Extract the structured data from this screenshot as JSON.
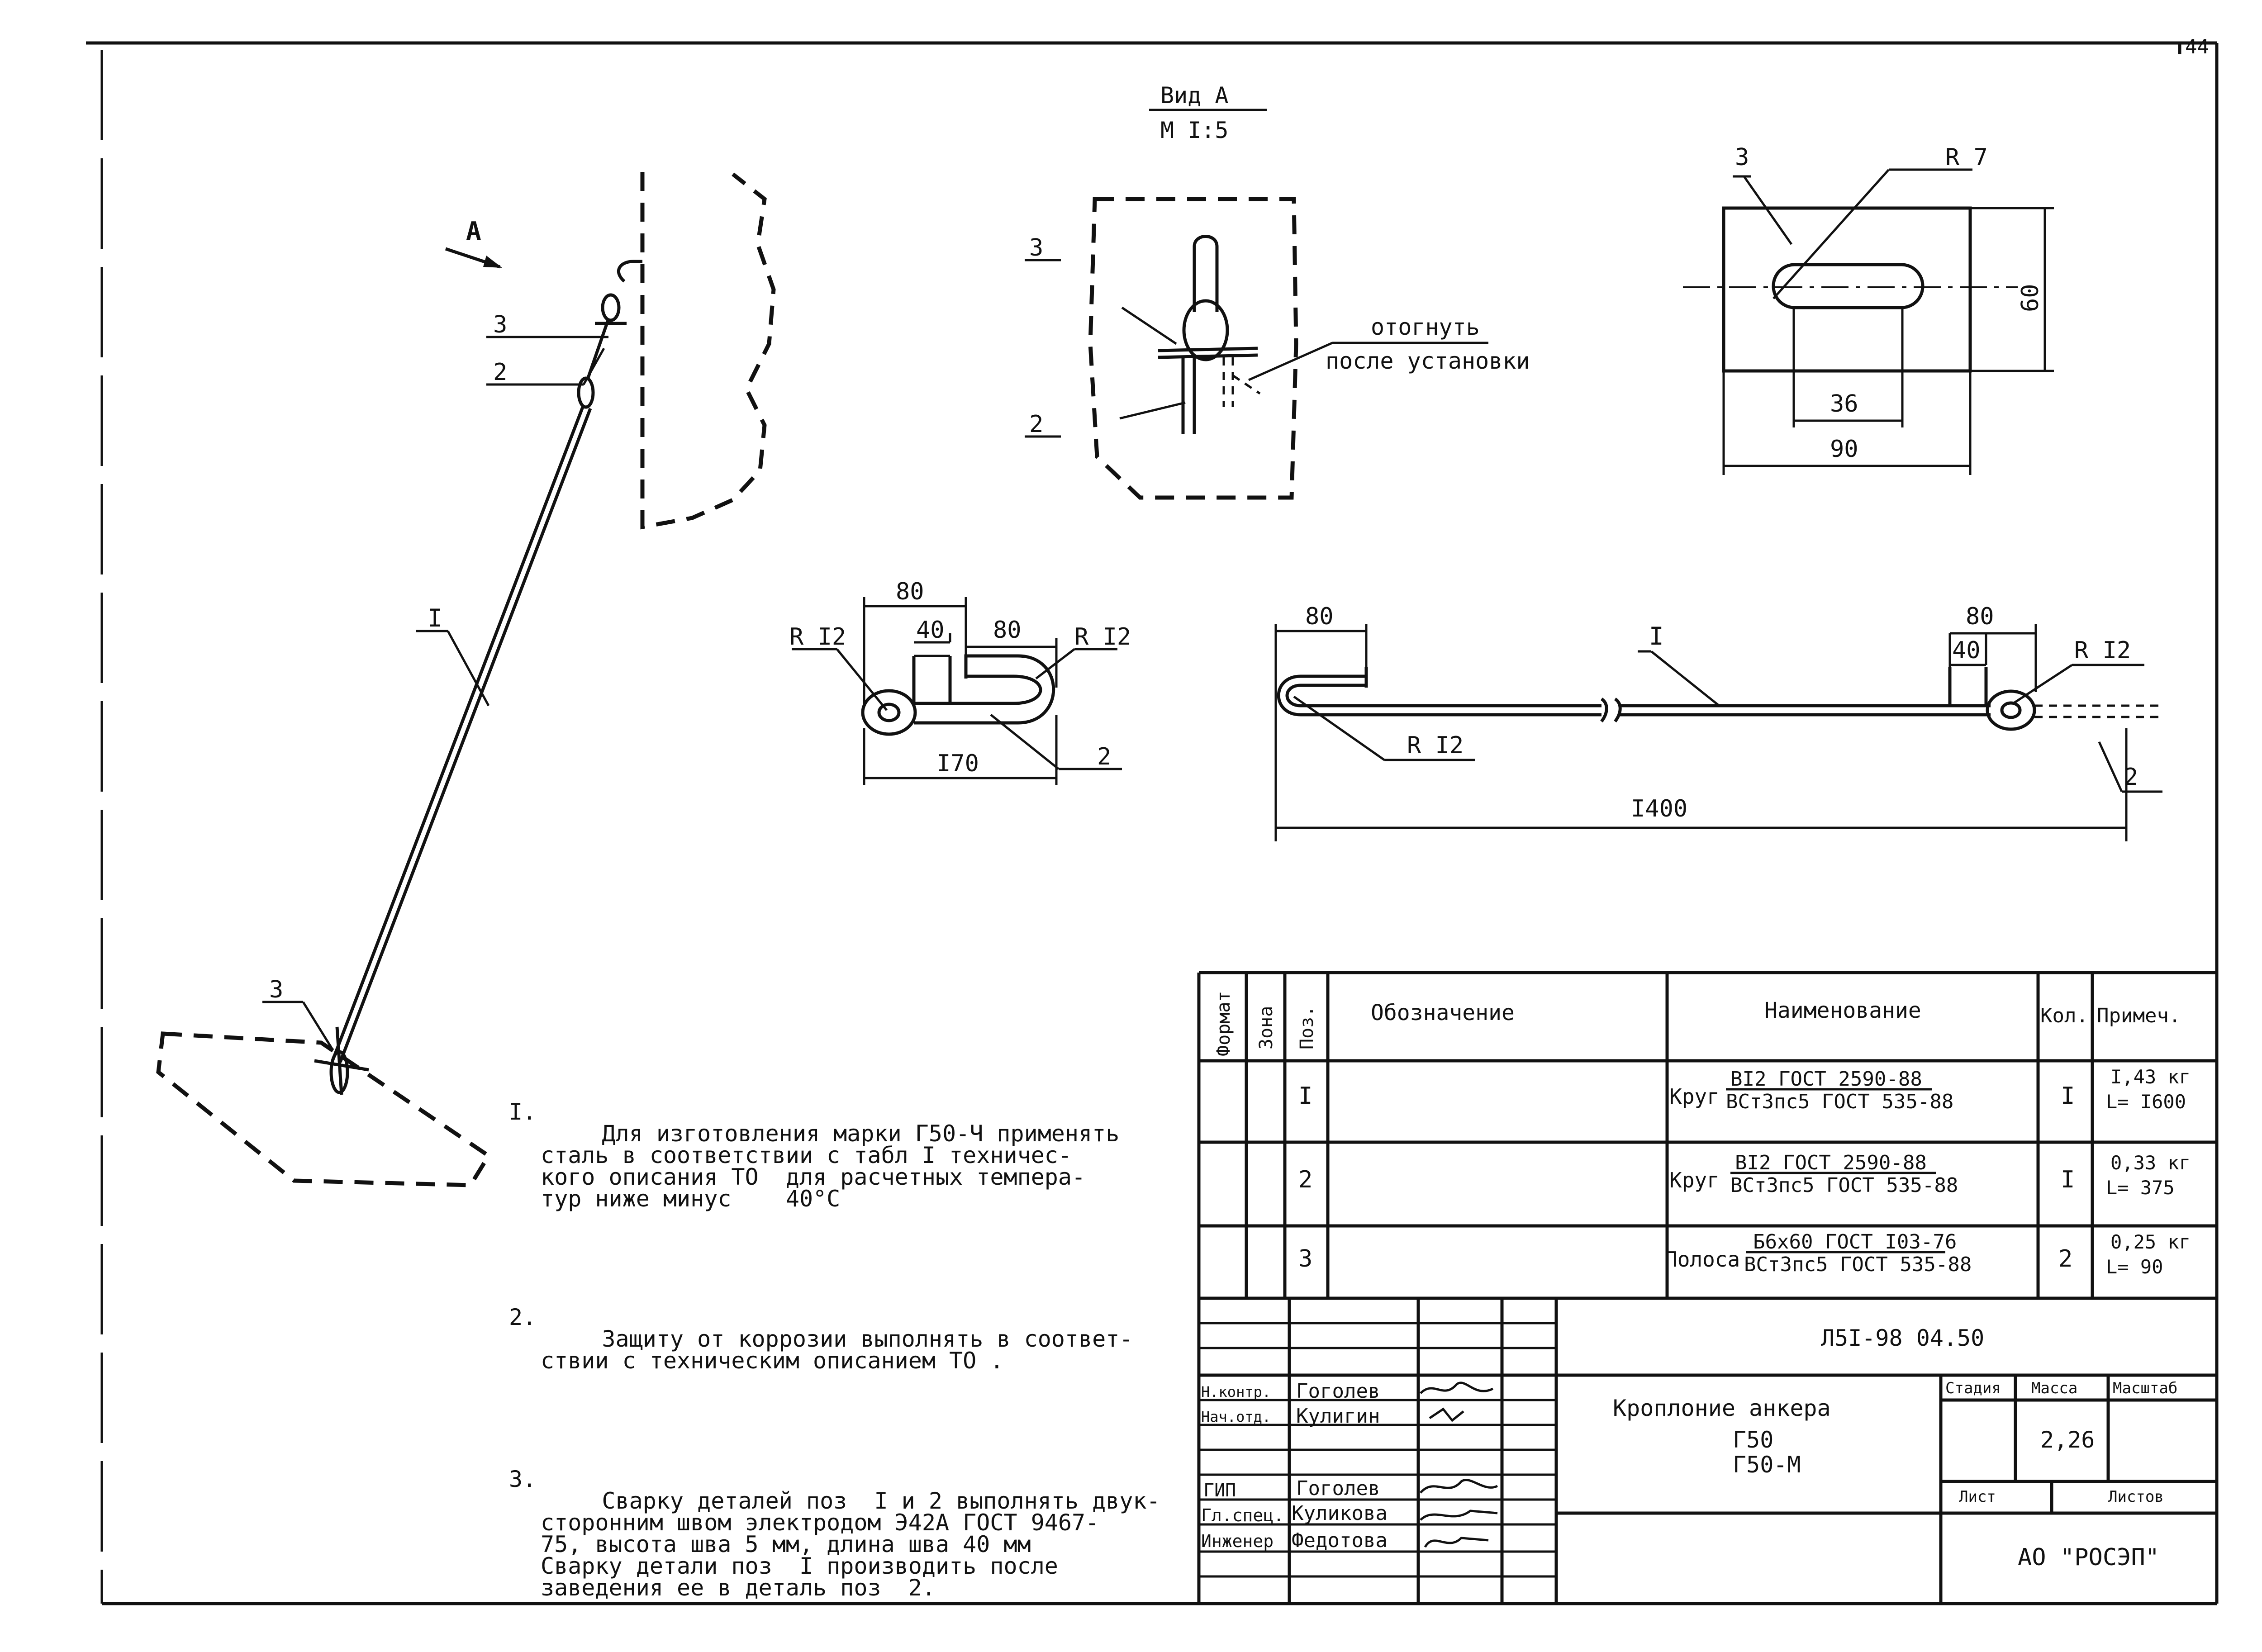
{
  "sheet_number": "44",
  "view_a": {
    "title": "Вид А",
    "scale": "М I:5"
  },
  "callouts": {
    "view_arrow": "А",
    "pos1": "I",
    "pos2": "2",
    "pos3": "3",
    "bend_note_line1": "отогнуть",
    "bend_note_line2": "после установки"
  },
  "plate_detail": {
    "radius": "R 7",
    "height": "60",
    "slot": "36",
    "width": "90",
    "pos": "3"
  },
  "eye_detail": {
    "overall_top": "80",
    "weld": "40",
    "hook": "80",
    "r_left": "R I2",
    "r_right": "R I2",
    "length": "I70",
    "pos": "2"
  },
  "rod_detail": {
    "left_hook": "80",
    "right_hook": "80",
    "weld": "40",
    "r_left": "R I2",
    "r_right": "R I2",
    "length": "I400",
    "pos": "I",
    "pos_eye": "2"
  },
  "notes": [
    {
      "num": "I.",
      "text": "Для изготовления марки Г50-Ч применять\nсталь в соответствии с табл I техничес-\nкого описания ТО  для расчетных темпера-\nтур ниже минус    40°С"
    },
    {
      "num": "2.",
      "text": "Защиту от коррозии выполнять в соответ-\nствии с техническим описанием ТО ."
    },
    {
      "num": "3.",
      "text": "Сварку деталей поз  I и 2 выполнять двук-\nсторонним швом электродом Э42А ГОСТ 9467-\n75, высота шва 5 мм, длина шва 40 мм\nСварку детали поз  I производить после\nзаведения ее в деталь поз  2."
    }
  ],
  "spec_table": {
    "headers": [
      "Формат",
      "Зона",
      "Поз.",
      "Обозначение",
      "Наименование",
      "Кол.",
      "Примеч."
    ],
    "rows": [
      {
        "pos": "I",
        "name_prefix": "Круг",
        "name_top": "ВI2 ГОСТ 2590-88",
        "name_bottom": "ВСт3пс5 ГОСТ 535-88",
        "qty": "I",
        "note1": "I,43 кг",
        "note2": "L= I600"
      },
      {
        "pos": "2",
        "name_prefix": "Круг",
        "name_top": "ВI2 ГОСТ 2590-88",
        "name_bottom": "ВСт3пс5 ГОСТ 535-88",
        "qty": "I",
        "note1": "0,33 кг",
        "note2": "L= 375"
      },
      {
        "pos": "3",
        "name_prefix": "Полоса",
        "name_top": "Б6х60 ГОСТ I03-76",
        "name_bottom": "ВСт3пс5 ГОСТ 535-88",
        "qty": "2",
        "note1": "0,25 кг",
        "note2": "L= 90"
      }
    ]
  },
  "title_block": {
    "doc_code": "Л5I-98 04.50",
    "title_line1": "Кроплоние анкера",
    "title_line2": "Г50",
    "title_line3": "Г50-М",
    "stage_label": "Стадия",
    "mass_label": "Масса",
    "scale_label": "Масштаб",
    "mass_value": "2,26",
    "sheet_label": "Лист",
    "sheets_label": "Листов",
    "company": "АО \"РОСЭП\"",
    "signers": [
      {
        "role": "Н.контр.",
        "name": "Гоголев"
      },
      {
        "role": "Нач.отд.",
        "name": "Кулигин"
      },
      {
        "role": "ГИП",
        "name": "Гоголев"
      },
      {
        "role": "Гл.спец.",
        "name": "Куликова"
      },
      {
        "role": "Инженер",
        "name": "Федотова"
      }
    ]
  }
}
